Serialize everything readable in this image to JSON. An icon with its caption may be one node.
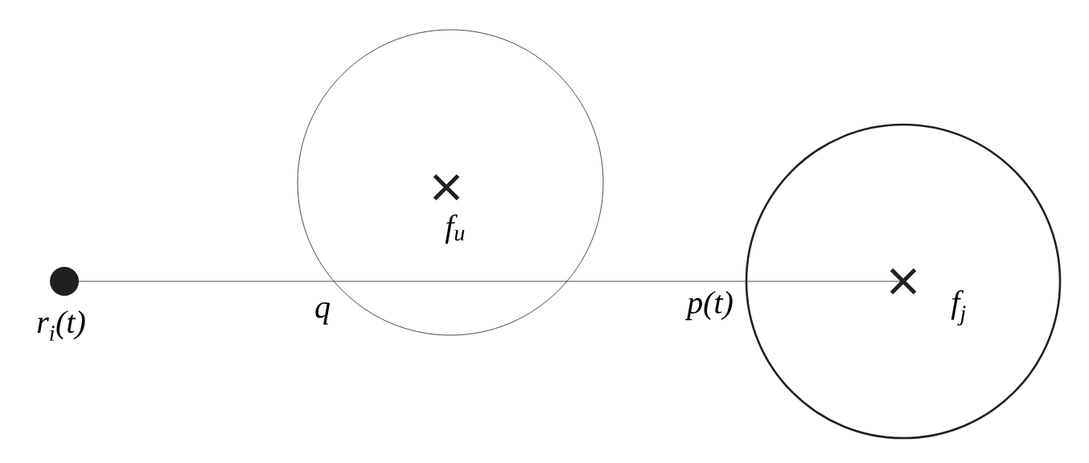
{
  "diagram": {
    "nodes": [
      {
        "text": [],
        "shape": "circle",
        "beside": [
          "r$_{i}$(t)"
        ]
      },
      {
        "text": [
          "f$_{u}$"
        ]
      },
      {
        "text": [],
        "shape": "cross",
        "in": 1
      },
      {
        "text": [
          "f$_{j}$"
        ]
      },
      {
        "text": [],
        "shape": "cross",
        "in": 3
      }
    ],
    "edges": [
      {
        "from": 0,
        "to": 4,
        "arrow": "none"
      }
    ],
    "labels": [
      "q",
      "p(t)"
    ]
  }
}
